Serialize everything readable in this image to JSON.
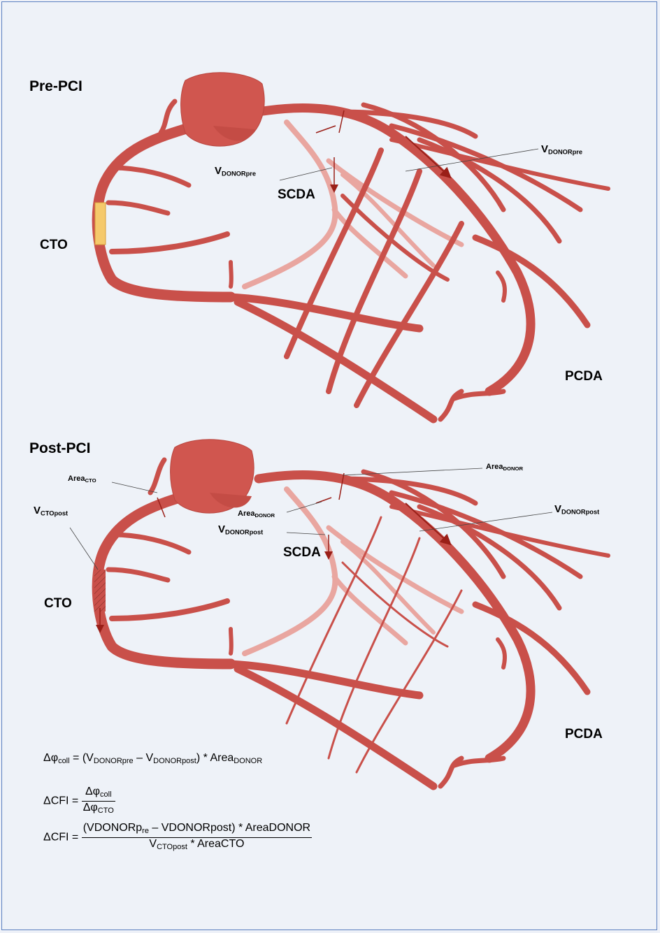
{
  "figure": {
    "accent_vessel": "#c9504a",
    "accent_vessel_light": "#e9a6a0",
    "accent_cto_plaque": "#f5c96b",
    "frame_border": "#5b7fc0"
  },
  "pre_pci": {
    "title": "Pre-PCI",
    "cto_label": "CTO",
    "scda_label": "SCDA",
    "pcda_label": "PCDA",
    "v_donor_left": {
      "main": "V",
      "sub": "DONORpre"
    },
    "v_donor_right": {
      "main": "V",
      "sub": "DONORpre"
    }
  },
  "post_pci": {
    "title": "Post-PCI",
    "cto_label": "CTO",
    "scda_label": "SCDA",
    "pcda_label": "PCDA",
    "area_cto": {
      "main": "Area",
      "sub": "CTO"
    },
    "area_donor_top": {
      "main": "Area",
      "sub": "DONOR"
    },
    "area_donor_mid": {
      "main": "Area",
      "sub": "DONOR"
    },
    "v_cto_post": {
      "main": "V",
      "sub": "CTOpost"
    },
    "v_donor_post_left": {
      "main": "V",
      "sub": "DONORpost"
    },
    "v_donor_post_right": {
      "main": "V",
      "sub": "DONORpost"
    }
  },
  "formulas": {
    "f1": {
      "lhs": "Δφ",
      "lhs_sub": "coll",
      "eq": " = (V",
      "a_sub": "DONORpre",
      "minus": " – V",
      "b_sub": "DONORpost",
      "mult": ") * Area",
      "c_sub": "DONOR"
    },
    "f2": {
      "lhs": "ΔCFI = ",
      "num": "Δφ",
      "num_sub": "coll",
      "den": "Δφ",
      "den_sub": "CTO"
    },
    "f3": {
      "lhs": "ΔCFI = ",
      "num_a": "(VDONORp",
      "num_a_sub": "re",
      "num_b": " – VDONORpost) * AreaDONOR",
      "den_a": "V",
      "den_a_sub": "CTOpost",
      "den_b": " * AreaCTO"
    }
  }
}
